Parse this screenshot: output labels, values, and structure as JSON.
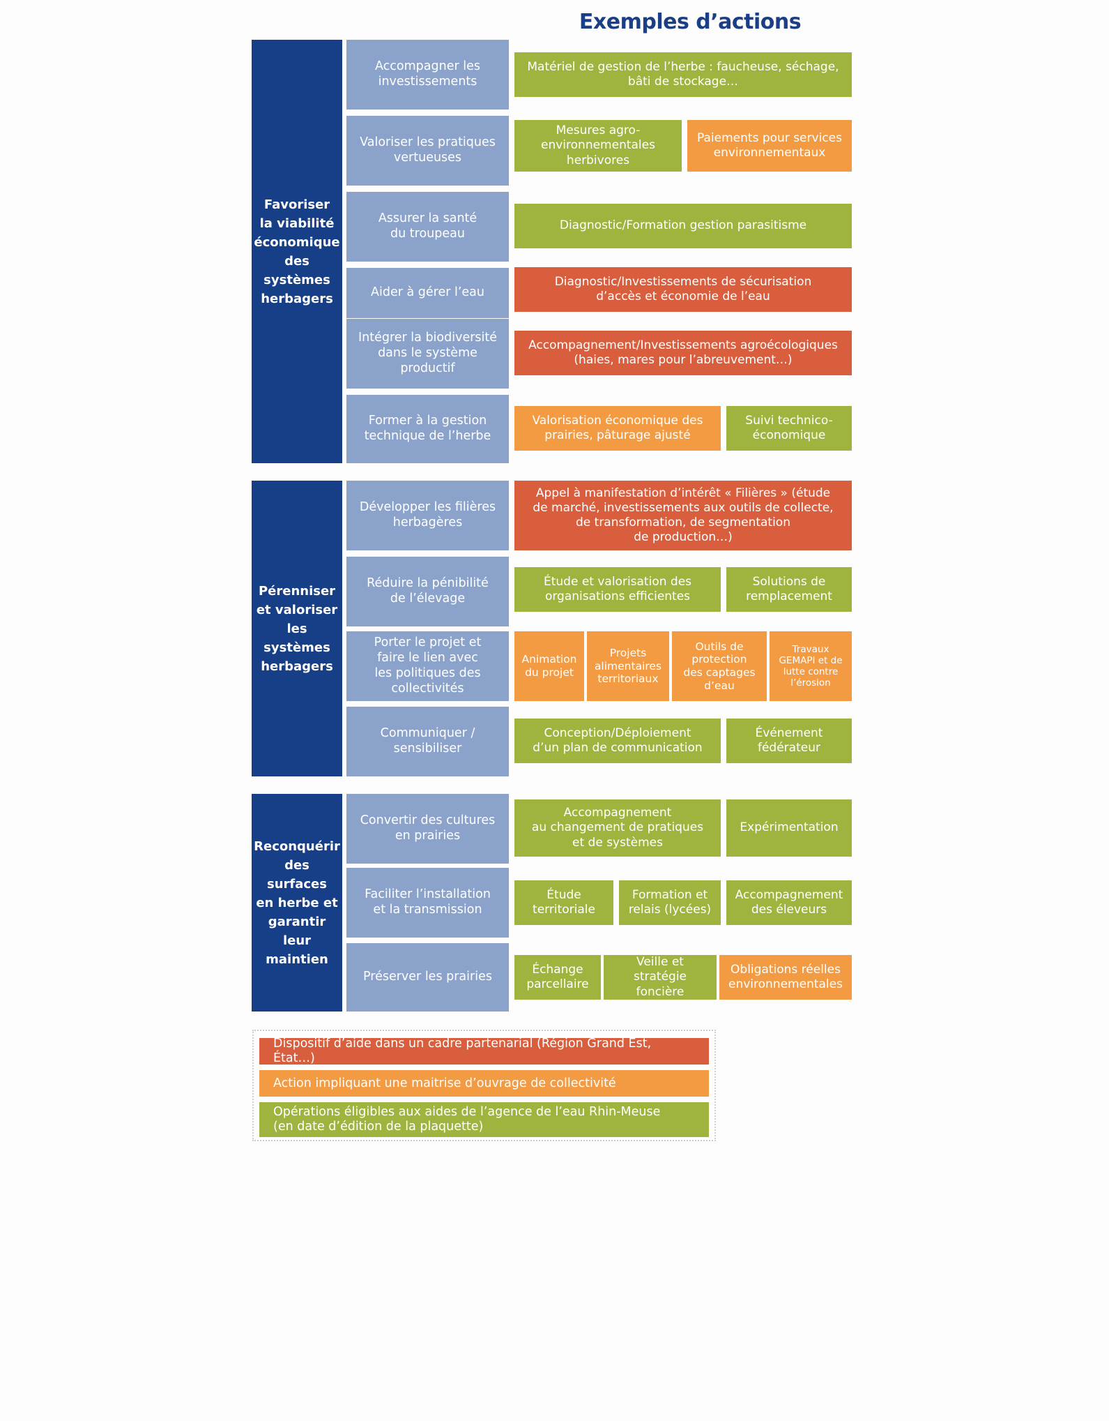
{
  "title": "Exemples d’actions",
  "themes": [
    "Favoriser\nla viabilité\néconomique\ndes systèmes\nherbagers",
    "Pérenniser\net valoriser\nles systèmes\nherbagers",
    "Reconquérir\ndes surfaces\nen herbe et\ngarantir leur\nmaintien"
  ],
  "objectives": [
    "Accompagner les\ninvestissements",
    "Valoriser les pratiques\nvertueuses",
    "Assurer la santé\ndu troupeau",
    "Aider à gérer l’eau",
    "Intégrer la biodiversité\ndans le système\nproductif",
    "Former à la gestion\ntechnique de l’herbe",
    "Développer les filières\nherbagères",
    "Réduire la pénibilité\nde l’élevage",
    "Porter le projet et\nfaire le lien avec\nles politiques des\ncollectivités",
    "Communiquer /\nsensibiliser",
    "Convertir des cultures\nen prairies",
    "Faciliter l’installation\net la transmission",
    "Préserver les prairies"
  ],
  "actions": [
    {
      "text": "Matériel de gestion de l’herbe : faucheuse, séchage,\nbâti de stockage…",
      "color": "green"
    },
    {
      "text": "Mesures agro-\nenvironnementales\nherbivores",
      "color": "green"
    },
    {
      "text": "Paiements pour services\nenvironnementaux",
      "color": "orange"
    },
    {
      "text": "Diagnostic/Formation gestion parasitisme",
      "color": "green"
    },
    {
      "text": "Diagnostic/Investissements de sécurisation\nd’accès et économie de l’eau",
      "color": "red"
    },
    {
      "text": "Accompagnement/Investissements agroécologiques\n(haies, mares pour l’abreuvement…)",
      "color": "red"
    },
    {
      "text": "Valorisation économique des\nprairies, pâturage ajusté",
      "color": "orange"
    },
    {
      "text": "Suivi technico-\néconomique",
      "color": "green"
    },
    {
      "text": "Appel à manifestation d’intérêt « Filières » (étude\nde marché, investissements aux outils de collecte,\nde transformation, de segmentation\nde production…)",
      "color": "red"
    },
    {
      "text": "Étude et valorisation des\norganisations efficientes",
      "color": "green"
    },
    {
      "text": "Solutions de\nremplacement",
      "color": "green"
    },
    {
      "text": "Animation\ndu projet",
      "color": "orange"
    },
    {
      "text": "Projets\nalimentaires\nterritoriaux",
      "color": "orange"
    },
    {
      "text": "Outils de\nprotection\ndes captages\nd’eau",
      "color": "orange"
    },
    {
      "text": "Travaux\nGEMAPI et de\nlutte contre\nl’érosion",
      "color": "orange"
    },
    {
      "text": "Conception/Déploiement\nd’un plan de communication",
      "color": "green"
    },
    {
      "text": "Événement\nfédérateur",
      "color": "green"
    },
    {
      "text": "Accompagnement\nau changement de pratiques\net de systèmes",
      "color": "green"
    },
    {
      "text": "Expérimentation",
      "color": "green"
    },
    {
      "text": "Étude\nterritoriale",
      "color": "green"
    },
    {
      "text": "Formation et\nrelais (lycées)",
      "color": "green"
    },
    {
      "text": "Accompagnement\ndes éleveurs",
      "color": "green"
    },
    {
      "text": "Échange\nparcellaire",
      "color": "green"
    },
    {
      "text": "Veille et stratégie\nfoncière",
      "color": "green"
    },
    {
      "text": "Obligations réelles\nenvironnementales",
      "color": "orange"
    }
  ],
  "legend": [
    {
      "text": "Dispositif d’aide dans un cadre partenarial (Région Grand Est, État…)",
      "color": "red"
    },
    {
      "text": "Action impliquant une maitrise d’ouvrage de collectivité",
      "color": "orange"
    },
    {
      "text": "Opérations éligibles aux aides de l’agence de l’eau Rhin-Meuse\n(en date d’édition de la plaquette)",
      "color": "green"
    }
  ]
}
